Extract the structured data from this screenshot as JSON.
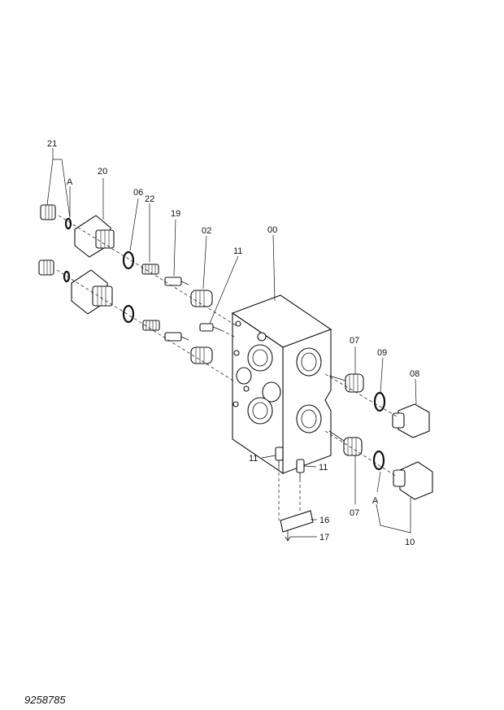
{
  "diagram": {
    "callouts": {
      "c21": "21",
      "cA1": "A",
      "c20": "20",
      "c06": "06",
      "c22": "22",
      "c19": "19",
      "c02": "02",
      "c00": "00",
      "c11a": "11",
      "c07a": "07",
      "c09": "09",
      "c08": "08",
      "c11b": "11",
      "c11c": "11",
      "c07b": "07",
      "cA2": "A",
      "c16": "16",
      "c17": "17",
      "c10": "10"
    },
    "document_number": "9258785"
  }
}
